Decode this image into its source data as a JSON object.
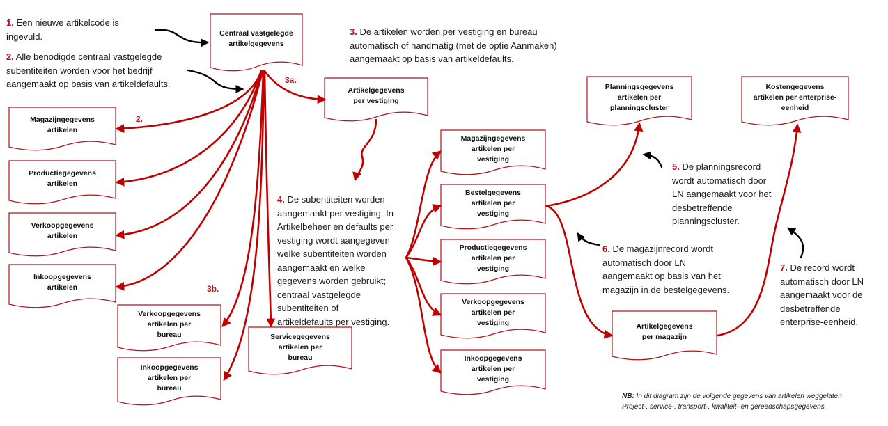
{
  "colors": {
    "box_border": "#b0151d",
    "flow_arrow": "#c00000",
    "callout_arrow": "#000000",
    "step_number": "#b0151d"
  },
  "boxes": {
    "central": "Centraal vastgelegde\nartikelgegevens",
    "per_vestiging": "Artikelgegevens\nper vestiging",
    "magazijn_artikelen": "Magazijngegevens\nartikelen",
    "productie_artikelen": "Productiegegevens\nartikelen",
    "verkoop_artikelen": "Verkoopgegevens\nartikelen",
    "inkoop_artikelen": "Inkoopgegevens\nartikelen",
    "verkoop_bureau": "Verkoopgegevens\nartikelen per\nbureau",
    "inkoop_bureau": "Inkoopgegevens\nartikelen per\nbureau",
    "service_bureau": "Servicegegevens\nartikelen per\nbureau",
    "magazijn_vestiging": "Magazijngegevens\nartikelen per\nvestiging",
    "bestel_vestiging": "Bestelgegevens\nartikelen per\nvestiging",
    "productie_vestiging": "Productiegegevens\nartikelen per\nvestiging",
    "verkoop_vestiging": "Verkoopgegevens\nartikelen per\nvestiging",
    "inkoop_vestiging": "Inkoopgegevens\nartikelen per\nvestiging",
    "planning_cluster": "Planningsgegevens\nartikelen per\nplanningscluster",
    "kosten_enterprise": "Kostengegevens\nartikelen per enterprise-\neenheid",
    "per_magazijn": "Artikelgegevens\nper magazijn"
  },
  "notes": {
    "n1": {
      "num": "1.",
      "text": " Een nieuwe artikelcode is\ningevuld."
    },
    "n2": {
      "num": "2.",
      "text": " Alle benodigde centraal vastgelegde\nsubentiteiten worden voor het bedrijf\naangemaakt op basis van artikeldefaults."
    },
    "n3": {
      "num": "3.",
      "text": " De artikelen worden per vestiging en bureau\nautomatisch of handmatig (met de optie Aanmaken)\naangemaakt op basis van artikeldefaults."
    },
    "n4": {
      "num": "4.",
      "text": " De subentiteiten worden\naangemaakt per vestiging. In\nArtikelbeheer en defaults per\nvestiging wordt aangegeven\nwelke subentiteiten worden\naangemaakt en welke\ngegevens worden gebruikt;\ncentraal vastgelegde\nsubentiteiten of\nartikeldefaults per vestiging."
    },
    "n5": {
      "num": "5.",
      "text": " De planningsrecord\nwordt automatisch door\nLN aangemaakt voor het\ndesbetreffende\nplanningscluster."
    },
    "n6": {
      "num": "6.",
      "text": " De magazijnrecord wordt\nautomatisch door LN\naangemaakt op basis van het\nmagazijn in de bestelgegevens."
    },
    "n7": {
      "num": "7.",
      "text": " De record wordt\nautomatisch door LN\naangemaakt voor de\ndesbetreffende\nenterprise-eenheid."
    }
  },
  "labels": {
    "l3a": "3a.",
    "l2": "2.",
    "l3b": "3b."
  },
  "footnote": {
    "prefix": "NB:",
    "text": " In dit diagram zijn de volgende gegevens van artikelen weggelaten\nProject-, service-, transport-, kwaliteit- en gereedschapsgegevens."
  }
}
